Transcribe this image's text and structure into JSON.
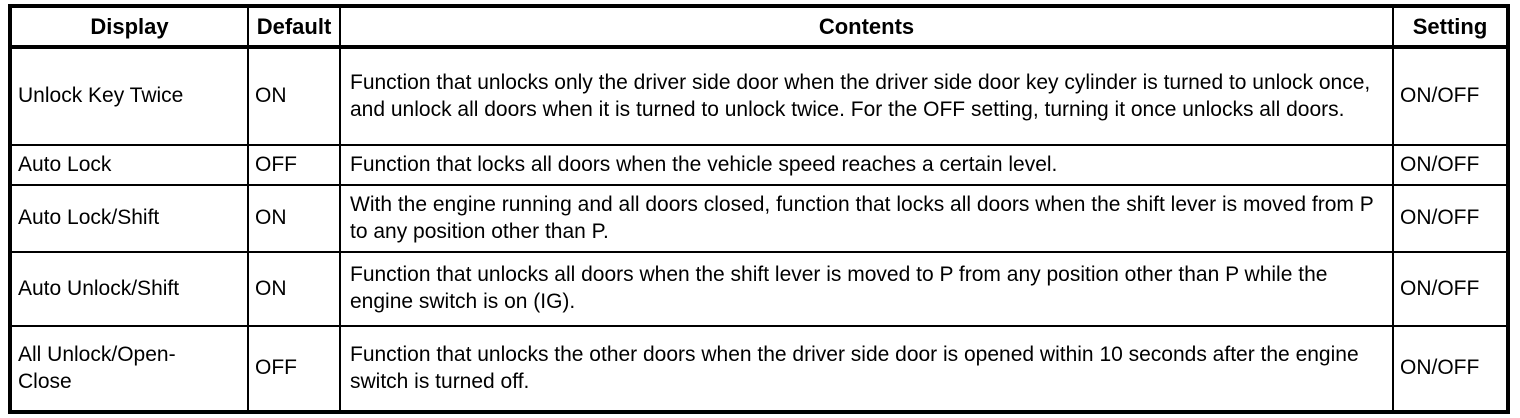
{
  "page": {
    "background_color": "#ffffff",
    "border_color": "#000000",
    "text_color": "#000000"
  },
  "table": {
    "headers": {
      "display": "Display",
      "default": "Default",
      "contents": "Contents",
      "setting": "Setting"
    },
    "rows": [
      {
        "display": "Unlock Key Twice",
        "default": "ON",
        "contents": "Function that unlocks only the driver side door when the driver side door key cylinder is turned to unlock once, and unlock all doors when it is turned to unlock twice. For the OFF setting, turning it once unlocks all doors.",
        "setting": "ON/OFF"
      },
      {
        "display": "Auto Lock",
        "default": "OFF",
        "contents": "Function that locks all doors when the vehicle speed reaches a certain level.",
        "setting": "ON/OFF"
      },
      {
        "display": "Auto Lock/Shift",
        "default": "ON",
        "contents": "With the engine running and all doors closed, function that locks all doors when the shift lever is moved from P to any position other than P.",
        "setting": "ON/OFF"
      },
      {
        "display": "Auto Unlock/Shift",
        "default": "ON",
        "contents": "Function that unlocks all doors when the shift lever is moved to P from any position other than P while the engine switch is on (IG).",
        "setting": "ON/OFF"
      },
      {
        "display": "All Unlock/Open-Close",
        "default": "OFF",
        "contents": "Function that unlocks the other doors when the driver side door is opened within 10 seconds after the engine switch is turned off.",
        "setting": "ON/OFF"
      }
    ]
  }
}
